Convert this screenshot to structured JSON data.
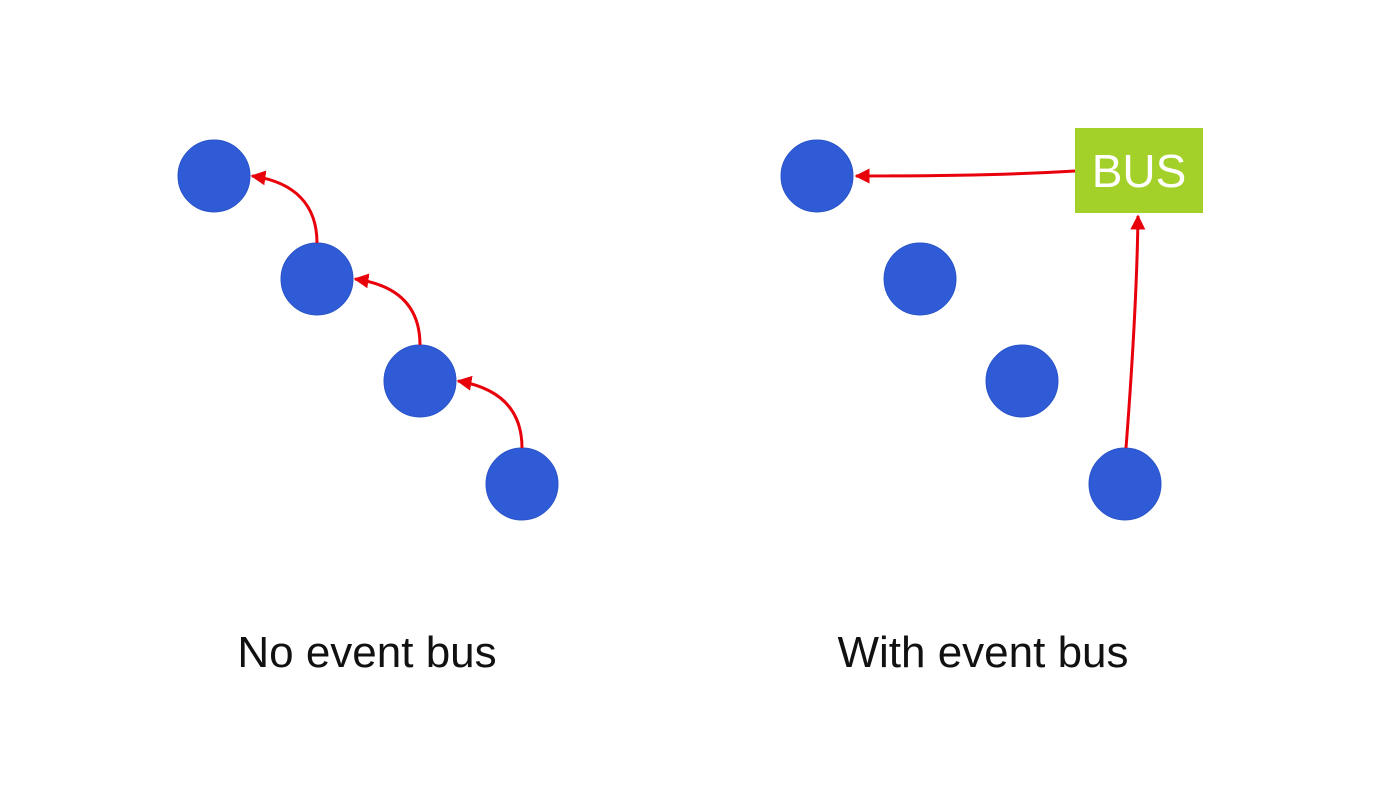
{
  "colors": {
    "node": "#2f5bd6",
    "arrow": "#e8000b",
    "bus": "#a3d12a",
    "bus_text": "#ffffff",
    "background": "#ffffff"
  },
  "panels": {
    "left": {
      "caption": "No event bus"
    },
    "right": {
      "caption": "With event bus",
      "bus_label": "BUS"
    }
  }
}
